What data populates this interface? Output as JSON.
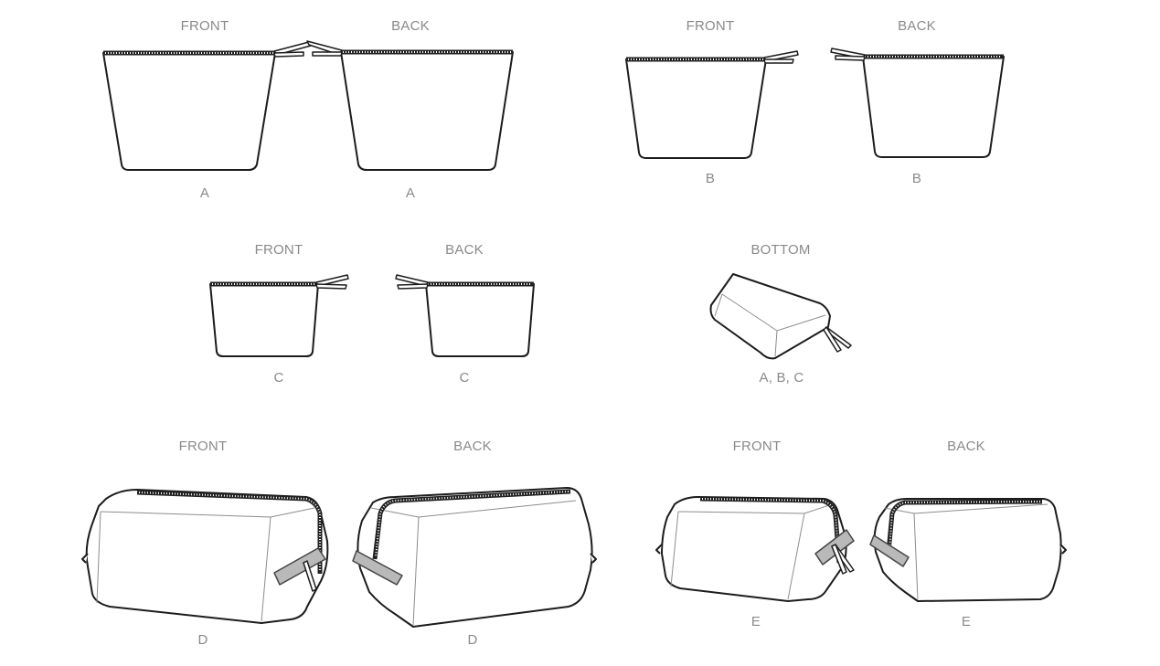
{
  "views": [
    {
      "id": "a-front",
      "heading": "FRONT",
      "variant": "A"
    },
    {
      "id": "a-back",
      "heading": "BACK",
      "variant": "A"
    },
    {
      "id": "b-front",
      "heading": "FRONT",
      "variant": "B"
    },
    {
      "id": "b-back",
      "heading": "BACK",
      "variant": "B"
    },
    {
      "id": "c-front",
      "heading": "FRONT",
      "variant": "C"
    },
    {
      "id": "c-back",
      "heading": "BACK",
      "variant": "C"
    },
    {
      "id": "bottom",
      "heading": "BOTTOM",
      "variant": "A, B, C"
    },
    {
      "id": "d-front",
      "heading": "FRONT",
      "variant": "D"
    },
    {
      "id": "d-back",
      "heading": "BACK",
      "variant": "D"
    },
    {
      "id": "e-front",
      "heading": "FRONT",
      "variant": "E"
    },
    {
      "id": "e-back",
      "heading": "BACK",
      "variant": "E"
    }
  ]
}
